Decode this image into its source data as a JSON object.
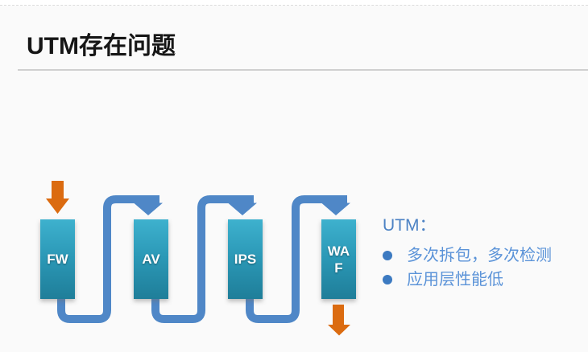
{
  "slide": {
    "title": "UTM存在问题"
  },
  "diagram": {
    "boxes": [
      {
        "label": "FW"
      },
      {
        "label": "AV"
      },
      {
        "label": "IPS"
      },
      {
        "label": "WAF"
      }
    ]
  },
  "utm_note": {
    "heading": "UTM：",
    "bullets": [
      "多次拆包，多次检测",
      "应用层性能低"
    ]
  },
  "colors": {
    "pipe_blue": "#4F87C7",
    "arrow_orange": "#DB6B10",
    "box_teal_top": "#3EB1CE",
    "box_teal_bottom": "#1F7E99",
    "heading_blue": "#4C82C4",
    "bullet_text_blue": "#5B93D8",
    "bullet_dot_blue": "#3C7AC1",
    "title_black": "#161616",
    "divider_gray": "#D0D0D0"
  }
}
